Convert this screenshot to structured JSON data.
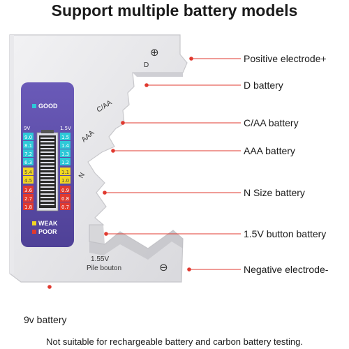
{
  "title": "Support multiple battery models",
  "device": {
    "labels": {
      "d": "D",
      "c_aa": "C/AA",
      "aaa": "AAA",
      "n": "N",
      "button_voltage": "1.55V",
      "button_name": "Pile bouton"
    },
    "positive_symbol": "⊕",
    "negative_symbol": "⊖",
    "meter": {
      "good_label": "GOOD",
      "weak_label": "WEAK",
      "poor_label": "POOR",
      "left_header": "9V",
      "right_header": "1.5V",
      "left_scale": [
        "9.0",
        "8.1",
        "7.2",
        "6.3",
        "5.4",
        "4.5",
        "3.6",
        "2.7",
        "1.8"
      ],
      "right_scale": [
        "1.5",
        "1.4",
        "1.3",
        "1.2",
        "1.1",
        "1.0",
        "0.9",
        "0.8",
        "0.7"
      ],
      "colors": {
        "good": "#2ec9d8",
        "weak": "#f2d623",
        "poor": "#e0392f",
        "panel": "#5a4aa3"
      }
    }
  },
  "callouts": {
    "positive": "Positive electrode+",
    "d": "D battery",
    "c_aa": "C/AA battery",
    "aaa": "AAA battery",
    "n": "N Size battery",
    "button": "1.5V button battery",
    "negative": "Negative electrode-",
    "nine_volt": "9v battery"
  },
  "footnote": "Not suitable for rechargeable battery and carbon battery testing.",
  "accent_color": "#e0392f"
}
